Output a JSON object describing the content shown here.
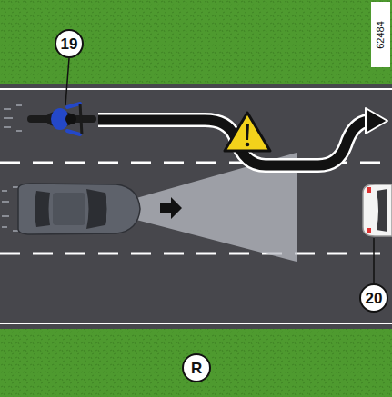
{
  "diagram": {
    "labels": [
      "19",
      "20",
      "R",
      "62484"
    ]
  }
}
